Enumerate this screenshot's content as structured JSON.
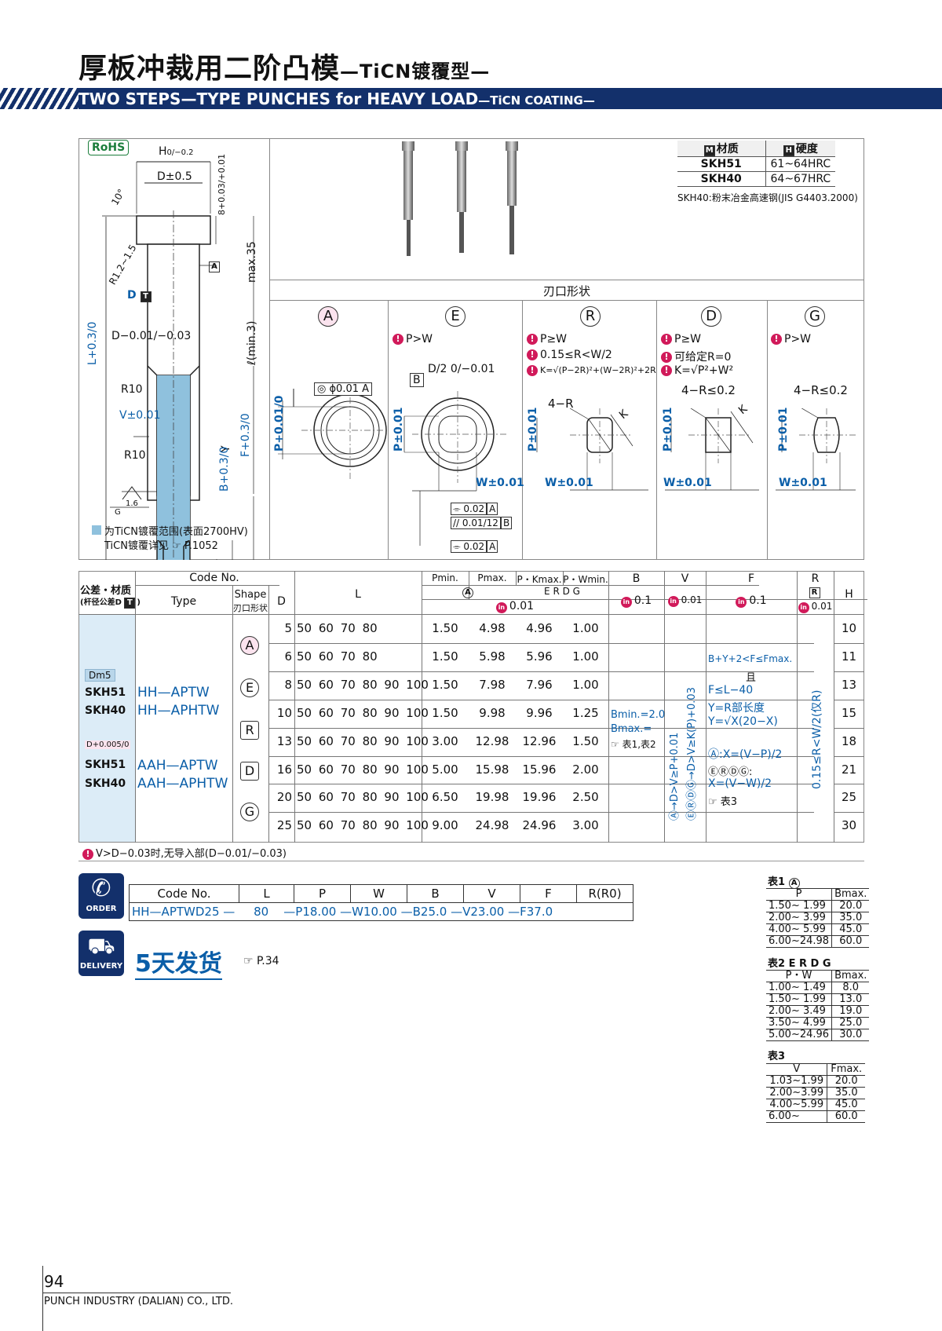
{
  "header": {
    "title_cn": "厚板冲裁用二阶凸模",
    "title_cn_sub": "—TiCN镀覆型—",
    "title_en": "TWO STEPS—TYPE PUNCHES for HEAVY LOAD",
    "title_en_sub": "—TiCN COATING—"
  },
  "drawing": {
    "rohs": "RoHS",
    "H": "H",
    "H_tol": "0/−0.2",
    "D_tol": "D±0.5",
    "angle": "10°",
    "r_head": "R1.2~1.5",
    "dim_8": "8+0.03/+0.01",
    "max35": "max.35",
    "DT": "D",
    "D_shank": "D−0.01/−0.03",
    "L_tol": "L+0.3/0",
    "l_min3": "ℓ(min.3)",
    "R10a": "R10",
    "V_tol": "V±0.01",
    "R10b": "R10",
    "Y": "Y",
    "F_tol": "F+0.3/0",
    "B_tol": "B+0.3/0",
    "rough": "1.6",
    "G": "G",
    "A_ref": "A",
    "legend_line1": "为TiCN镀覆范围(表面2700HV)",
    "legend_line2": "TiCN镀覆详见",
    "legend_page": "P.1052"
  },
  "material": {
    "head_m": "材质",
    "head_h": "硬度",
    "rows": [
      {
        "name": "SKH51",
        "hard": "61~64HRC"
      },
      {
        "name": "SKH40",
        "hard": "64~67HRC"
      }
    ],
    "note": "SKH40:粉末冶金高速钢(JIS G4403.2000)"
  },
  "shapes": {
    "title": "刃口形状",
    "A": {
      "letter": "A",
      "tol": "◎ ϕ0.01 A",
      "P": "P+0.01/0"
    },
    "E": {
      "letter": "E",
      "cond": "P>W",
      "d2": "D/2 0/−0.01",
      "B": "B",
      "P": "P±0.01",
      "W": "W±0.01",
      "t1": "0.02",
      "t1r": "A",
      "t2": "0.01/12",
      "t2r": "B",
      "t3": "0.02",
      "t3r": "A"
    },
    "R": {
      "letter": "R",
      "c1": "P≥W",
      "c2": "0.15≤R<W/2",
      "c3": "K=√(P−2R)²+(W−2R)²+2R",
      "r": "4−R",
      "K": "K",
      "P": "P±0.01",
      "W": "W±0.01"
    },
    "D": {
      "letter": "D",
      "c1": "P≥W",
      "c2": "可给定R=0",
      "c3": "K=√P²+W²",
      "r": "4−R≤0.2",
      "K": "K",
      "P": "P±0.01",
      "W": "W±0.01"
    },
    "G": {
      "letter": "G",
      "c1": "P>W",
      "r": "4−R≤0.2",
      "P": "P±0.01",
      "W": "W±0.01"
    }
  },
  "spec": {
    "h_tol": "公差・材质",
    "h_tol2": "(杆径公差D",
    "h_code": "Code No.",
    "h_type": "Type",
    "h_shape1": "Shape",
    "h_shape2": "刃口形状",
    "h_D": "D",
    "h_L": "L",
    "h_pmin": "Pmin.",
    "h_pmax": "Pmax.",
    "h_pk": "P・Kmax.",
    "h_pw": "P・Wmin.",
    "h_B": "B",
    "h_V": "V",
    "h_F": "F",
    "h_R": "R",
    "h_H": "H",
    "sub_A": "A",
    "sub_ERDG": "E R D G",
    "sub_R": "R",
    "tol_P": "0.01",
    "tol_B": "0.1",
    "tol_V": "0.01",
    "tol_F": "0.1",
    "tol_R": "0.01",
    "dm5": "Dm5",
    "mat1": "SKH51",
    "mat2": "SKH40",
    "type1": "HH—APTW",
    "type2": "HH—APHTW",
    "dtol": "D+0.005/0",
    "mat3": "SKH51",
    "mat4": "SKH40",
    "type3": "AAH—APTW",
    "type4": "AAH—APHTW",
    "shapes": [
      "A",
      "E",
      "R",
      "D",
      "G"
    ],
    "rows": [
      {
        "D": "5",
        "L": "50 60 70 80",
        "pmin": "1.50",
        "pmax": "4.98",
        "pk": "4.96",
        "pw": "1.00",
        "H": "10"
      },
      {
        "D": "6",
        "L": "50 60 70 80",
        "pmin": "1.50",
        "pmax": "5.98",
        "pk": "5.96",
        "pw": "1.00",
        "H": "11"
      },
      {
        "D": "8",
        "L": "50 60 70 80 90 100",
        "pmin": "1.50",
        "pmax": "7.98",
        "pk": "7.96",
        "pw": "1.00",
        "H": "13"
      },
      {
        "D": "10",
        "L": "50 60 70 80 90 100",
        "pmin": "1.50",
        "pmax": "9.98",
        "pk": "9.96",
        "pw": "1.25",
        "H": "15"
      },
      {
        "D": "13",
        "L": "50 60 70 80 90 100",
        "pmin": "3.00",
        "pmax": "12.98",
        "pk": "12.96",
        "pw": "1.50",
        "H": "18"
      },
      {
        "D": "16",
        "L": "50 60 70 80 90 100",
        "pmin": "5.00",
        "pmax": "15.98",
        "pk": "15.96",
        "pw": "2.00",
        "H": "21"
      },
      {
        "D": "20",
        "L": "50 60 70 80 90 100",
        "pmin": "6.50",
        "pmax": "19.98",
        "pk": "19.96",
        "pw": "2.50",
        "H": "25"
      },
      {
        "D": "25",
        "L": "50 60 70 80 90 100",
        "pmin": "9.00",
        "pmax": "24.98",
        "pk": "24.96",
        "pw": "3.00",
        "H": "30"
      }
    ],
    "B_text1": "Bmin.=2.0",
    "B_text2": "Bmax.=",
    "B_text3": "表1,表2",
    "V_text1": "Ⓐ→D>V≥P+0.01",
    "V_text2": "ⒺⓇⒹⒼ→D>V≥K(P)+0.03",
    "F_text1": "B+Y+2<F≤Fmax.",
    "F_text2": "且",
    "F_text3": "F≤L−40",
    "F_text4": "Y=R部长度",
    "F_text5": "Y=√X(20−X)",
    "F_text6": "Ⓐ:X=(V−P)/2",
    "F_text7": "ⒺⓇⒹⒼ:",
    "F_text8": "X=(V−W)/2",
    "F_text9": "表3",
    "R_text": "0.15≤R<W/2(仅R)",
    "note": "V>D−0.03时,无导入部(D−0.01/−0.03)"
  },
  "order": {
    "icon_label": "ORDER",
    "headers": [
      "Code No.",
      "L",
      "P",
      "W",
      "B",
      "V",
      "F",
      "R(R0)"
    ],
    "values": [
      "HH—APTWD25",
      "—",
      "80",
      "—P18.00",
      "—W10.00",
      "—B25.0",
      "—V23.00",
      "—F37.0",
      ""
    ]
  },
  "delivery": {
    "icon_label": "DELIVERY",
    "text": "5天发货",
    "page": "P.34"
  },
  "table1": {
    "title": "表1",
    "tag": "A",
    "headers": [
      "P",
      "Bmax."
    ],
    "rows": [
      [
        "1.50~ 1.99",
        "20.0"
      ],
      [
        "2.00~ 3.99",
        "35.0"
      ],
      [
        "4.00~ 5.99",
        "45.0"
      ],
      [
        "6.00~24.98",
        "60.0"
      ]
    ]
  },
  "table2": {
    "title": "表2",
    "tag": "E R D G",
    "headers": [
      "P・W",
      "Bmax."
    ],
    "rows": [
      [
        "1.00~ 1.49",
        "8.0"
      ],
      [
        "1.50~ 1.99",
        "13.0"
      ],
      [
        "2.00~ 3.49",
        "19.0"
      ],
      [
        "3.50~ 4.99",
        "25.0"
      ],
      [
        "5.00~24.96",
        "30.0"
      ]
    ]
  },
  "table3": {
    "title": "表3",
    "headers": [
      "V",
      "Fmax."
    ],
    "rows": [
      [
        "1.03~1.99",
        "20.0"
      ],
      [
        "2.00~3.99",
        "35.0"
      ],
      [
        "4.00~5.99",
        "45.0"
      ],
      [
        "6.00~",
        "60.0"
      ]
    ]
  },
  "footer": {
    "page": "94",
    "company": "PUNCH INDUSTRY (DALIAN) CO., LTD."
  }
}
